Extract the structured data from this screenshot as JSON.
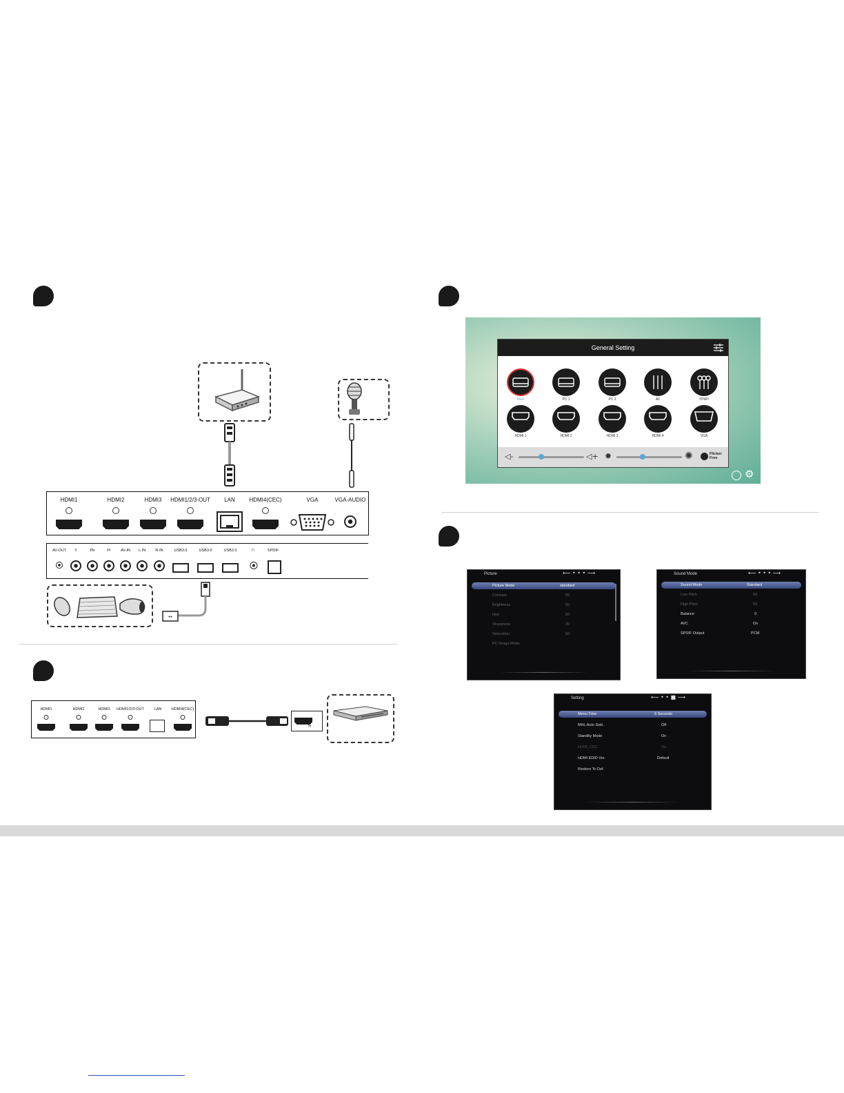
{
  "top_panel": {
    "ports": [
      {
        "label": "HDMI1"
      },
      {
        "label": "HDMI2"
      },
      {
        "label": "HDMI3"
      },
      {
        "label": "HDMI1/2/3-OUT"
      },
      {
        "label": "LAN"
      },
      {
        "label": "HDMI4(CEC)"
      },
      {
        "label": "VGA"
      },
      {
        "label": "VGA-AUDIO"
      }
    ]
  },
  "bottom_panel": {
    "ports": [
      {
        "label": "AV-OUT"
      },
      {
        "label": "Y"
      },
      {
        "label": "Pb"
      },
      {
        "label": "Pr"
      },
      {
        "label": "AV-IN"
      },
      {
        "label": "L-IN"
      },
      {
        "label": "R-IN"
      },
      {
        "label": "USB3.0"
      },
      {
        "label": "USB3.0"
      },
      {
        "label": "USB2.0"
      },
      {
        "label": "SPDIF"
      }
    ]
  },
  "small_panel": {
    "ports": [
      {
        "label": "HDMI1"
      },
      {
        "label": "HDMI2"
      },
      {
        "label": "HDMI3"
      },
      {
        "label": "HDMI1/2/3-OUT"
      },
      {
        "label": "LAN"
      },
      {
        "label": "HDMI4(CEC)"
      }
    ],
    "connector_text": "HDMI"
  },
  "general_setting": {
    "title": "General Setting",
    "sources": [
      {
        "label": "Main"
      },
      {
        "label": "PC 1"
      },
      {
        "label": "PC 2"
      },
      {
        "label": "AV"
      },
      {
        "label": "YPbPr"
      },
      {
        "label": "HDMI 1"
      },
      {
        "label": "HDMI 2"
      },
      {
        "label": "HDMI 3"
      },
      {
        "label": "HDMI 4"
      },
      {
        "label": "VGA"
      }
    ],
    "flicker_free": "Flicker Free",
    "volume_level": 0.35,
    "brightness_level": 0.4
  },
  "picture_menu": {
    "title": "Picture",
    "rows": [
      {
        "label": "Picture Mode",
        "value": "standard"
      },
      {
        "label": "Contrast",
        "value": "50"
      },
      {
        "label": "Brightness",
        "value": "50"
      },
      {
        "label": "Hue",
        "value": "50"
      },
      {
        "label": "Sharpness",
        "value": "30"
      },
      {
        "label": "Saturation",
        "value": "50"
      },
      {
        "label": "PC Image Mode",
        "value": ""
      }
    ]
  },
  "sound_menu": {
    "title": "Sound Mode",
    "rows": [
      {
        "label": "Sound Mode",
        "value": "Standard"
      },
      {
        "label": "Low Pitch",
        "value": "50"
      },
      {
        "label": "High Pitch",
        "value": "50"
      },
      {
        "label": "Balance",
        "value": "0"
      },
      {
        "label": "AVC",
        "value": "On"
      },
      {
        "label": "SPDIF Output",
        "value": "PCM"
      }
    ]
  },
  "setting_menu": {
    "title": "Setting",
    "rows": [
      {
        "label": "Menu Time",
        "value": "5 Seconds"
      },
      {
        "label": "MHL Auto Swit..",
        "value": "Off"
      },
      {
        "label": "Standby Mode",
        "value": "On"
      },
      {
        "label": "HDMI_CEC",
        "value": "On"
      },
      {
        "label": "HDMI EDID Ver.",
        "value": "Default"
      },
      {
        "label": "Restore To Def.",
        "value": ""
      }
    ]
  }
}
